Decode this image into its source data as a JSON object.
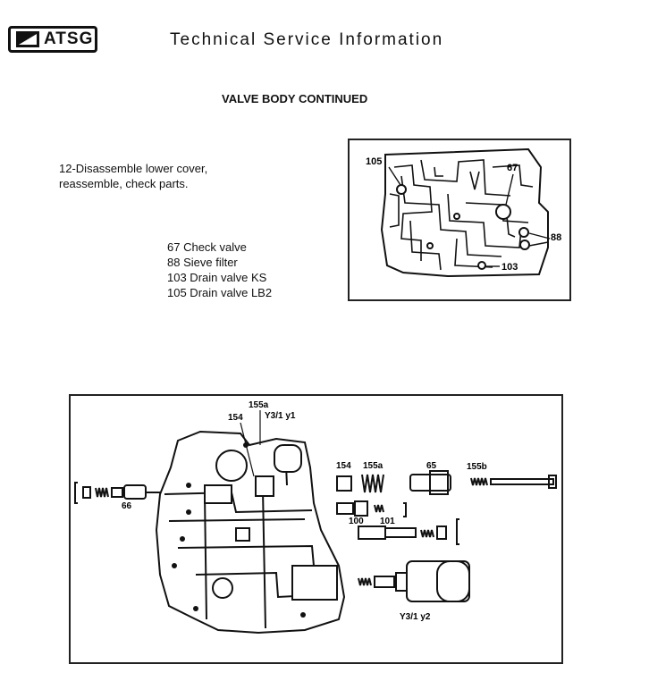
{
  "header": {
    "logo_text": "ATSG",
    "title": "Technical Service Information"
  },
  "section_title": "VALVE BODY CONTINUED",
  "instruction": {
    "line1": "12-Disassemble lower cover,",
    "line2": "reassemble, check parts."
  },
  "legend": [
    "67 Check valve",
    "88 Sieve filter",
    "103 Drain valve KS",
    "105 Drain valve LB2"
  ],
  "figure1": {
    "callouts": [
      "105",
      "67",
      "88",
      "103"
    ]
  },
  "figure2": {
    "callouts": [
      "155a",
      "Y3/1 y1",
      "154",
      "154",
      "155a",
      "65",
      "155b",
      "66",
      "100",
      "101",
      "Y3/1 y2"
    ]
  }
}
